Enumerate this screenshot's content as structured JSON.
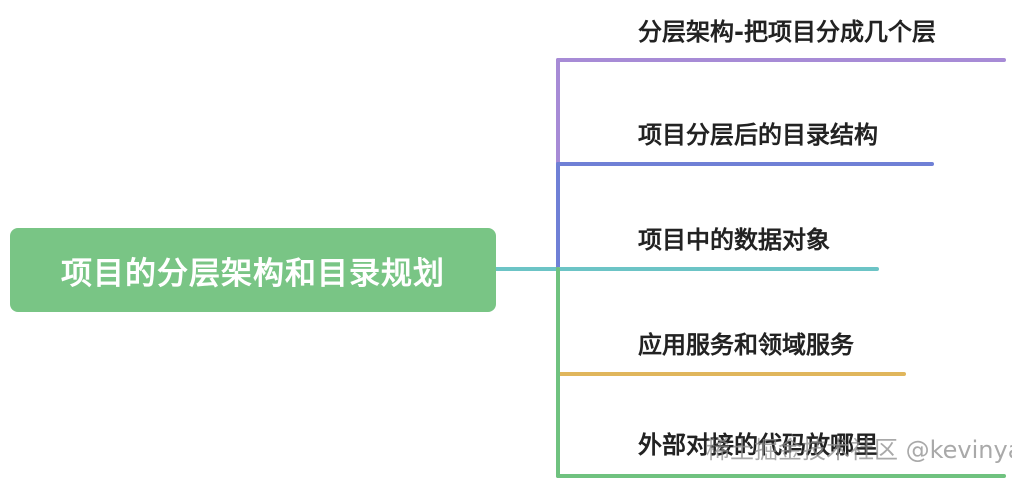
{
  "root": {
    "label": "项目的分层架构和目录规划",
    "color": "#79c585"
  },
  "branches": [
    {
      "label": "分层架构-把项目分成几个层",
      "color": "#a78bd6"
    },
    {
      "label": "项目分层后的目录结构",
      "color": "#6f80d6"
    },
    {
      "label": "项目中的数据对象",
      "color": "#6cc4c6"
    },
    {
      "label": "应用服务和领域服务",
      "color": "#e0b65c"
    },
    {
      "label": "外部对接的代码放哪里",
      "color": "#6fc27f"
    }
  ],
  "watermark": "稀土掘金技术社区 @kevinyan"
}
